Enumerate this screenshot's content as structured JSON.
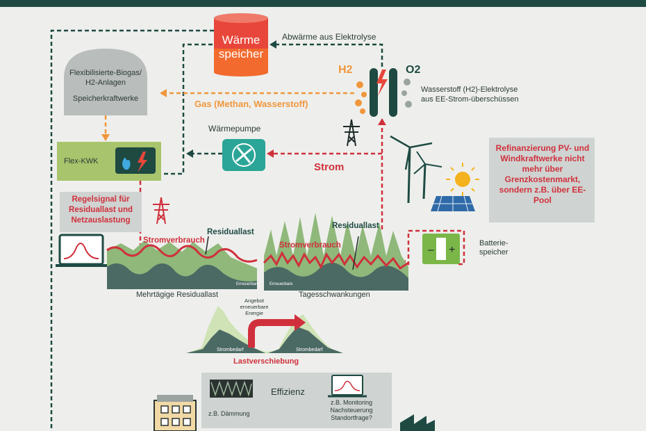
{
  "waerme_speicher": "Wärme speicher",
  "abwaerme": "Abwärme aus Elektrolyse",
  "h2": "H2",
  "o2": "O2",
  "elektrolyse": "Wasserstoff (H2)-Elektrolyse aus EE-Strom-überschüssen",
  "biogas": "Flexibilisierte-Biogas/ H2-Anlagen",
  "speicherkraftwerke": "Speicherkraftwerke",
  "gas": "Gas (Methan, Wasserstoff)",
  "waermepumpe": "Wärmepumpe",
  "flex_kwk": "Flex-KWK",
  "strom": "Strom",
  "refinanzierung": "Refinanzierung PV- und Windkraftwerke nicht mehr über Grenzkostenmarkt, sondern z.B. über EE-Pool",
  "regelsignal": "Regelsignal für Residuallast und Netzauslastung",
  "residuallast": "Residuallast",
  "stromverbrauch": "Stromverbrauch",
  "batteriespeicher": "Batterie- speicher",
  "erneuerbare": "Erneuerbare",
  "mehrtaegige": "Mehrtägige Residuallast",
  "tagesschwankungen": "Tagesschwankungen",
  "angebot": "Angebot erneuerbare Energie",
  "strombedarf": "Strombedarf",
  "lastverschiebung": "Lastverschiebung",
  "effizienz": "Effizienz",
  "daemmung": "z.B. Dämmung",
  "monitoring": "z.B. Monitoring Nachsteuerung Standortfrage?",
  "colors": {
    "dark_green": "#1e4a42",
    "orange": "#f0963c",
    "red": "#d0303c",
    "green": "#7ab648",
    "gray_box": "#d3d6d3",
    "teal": "#2aa597"
  }
}
